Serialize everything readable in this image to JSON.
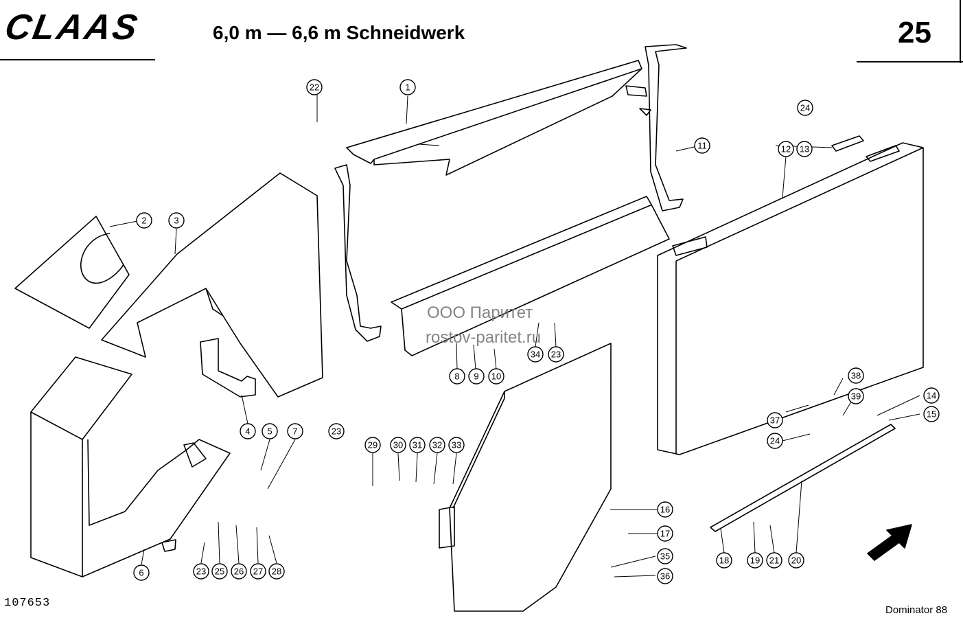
{
  "header": {
    "brand": "CLAAS",
    "title": "6,0 m — 6,6 m Schneidwerk",
    "page_number": "25"
  },
  "footer": {
    "drawing_number": "107653",
    "model": "Dominator 88"
  },
  "watermark": {
    "line1": "ООО Паритет",
    "line2": "rostov-paritet.ru"
  },
  "callouts": [
    "1",
    "2",
    "3",
    "4",
    "5",
    "6",
    "7",
    "8",
    "9",
    "10",
    "11",
    "12",
    "13",
    "14",
    "15",
    "16",
    "17",
    "18",
    "19",
    "20",
    "21",
    "22",
    "23",
    "23",
    "23",
    "24",
    "24",
    "25",
    "26",
    "27",
    "28",
    "29",
    "30",
    "31",
    "32",
    "33",
    "34",
    "35",
    "36",
    "37",
    "38",
    "39"
  ]
}
